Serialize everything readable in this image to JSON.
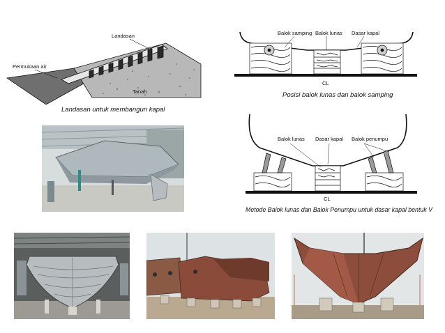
{
  "figure_1": {
    "labels": {
      "landasan": "Landasan",
      "water": "Permukaan air",
      "ground": "Tanah"
    },
    "caption": "Landasan untuk membangun kapal"
  },
  "figure_2": {
    "labels": {
      "side_block_top": "Balok samping",
      "keel_block_top": "Balok lunas",
      "bottom": "Dasar kapal",
      "centerline": "CL"
    },
    "caption": "Posisi balok lunas dan balok samping"
  },
  "figure_3": {
    "labels": {
      "keel_block": "Balok lunas",
      "bottom": "Dasar kapal",
      "support_block": "Balok penumpu",
      "centerline": "CL"
    },
    "caption": "Metode Balok lunas dan Balok Penumpu  untuk dasar kapal bentuk V"
  },
  "photos": [
    {
      "subject": "aluminium-hull-upside-down-in-shed"
    },
    {
      "subject": "aluminium-vessel-hull-on-blocks"
    },
    {
      "subject": "steel-hull-sections-on-blocks-outdoor"
    },
    {
      "subject": "steel-v-hull-on-keel-blocks"
    }
  ],
  "colors": {
    "line": "#111111",
    "stone": "#9a9a9a",
    "sky": "#e9edf0",
    "steel": "#8a4b3a"
  }
}
